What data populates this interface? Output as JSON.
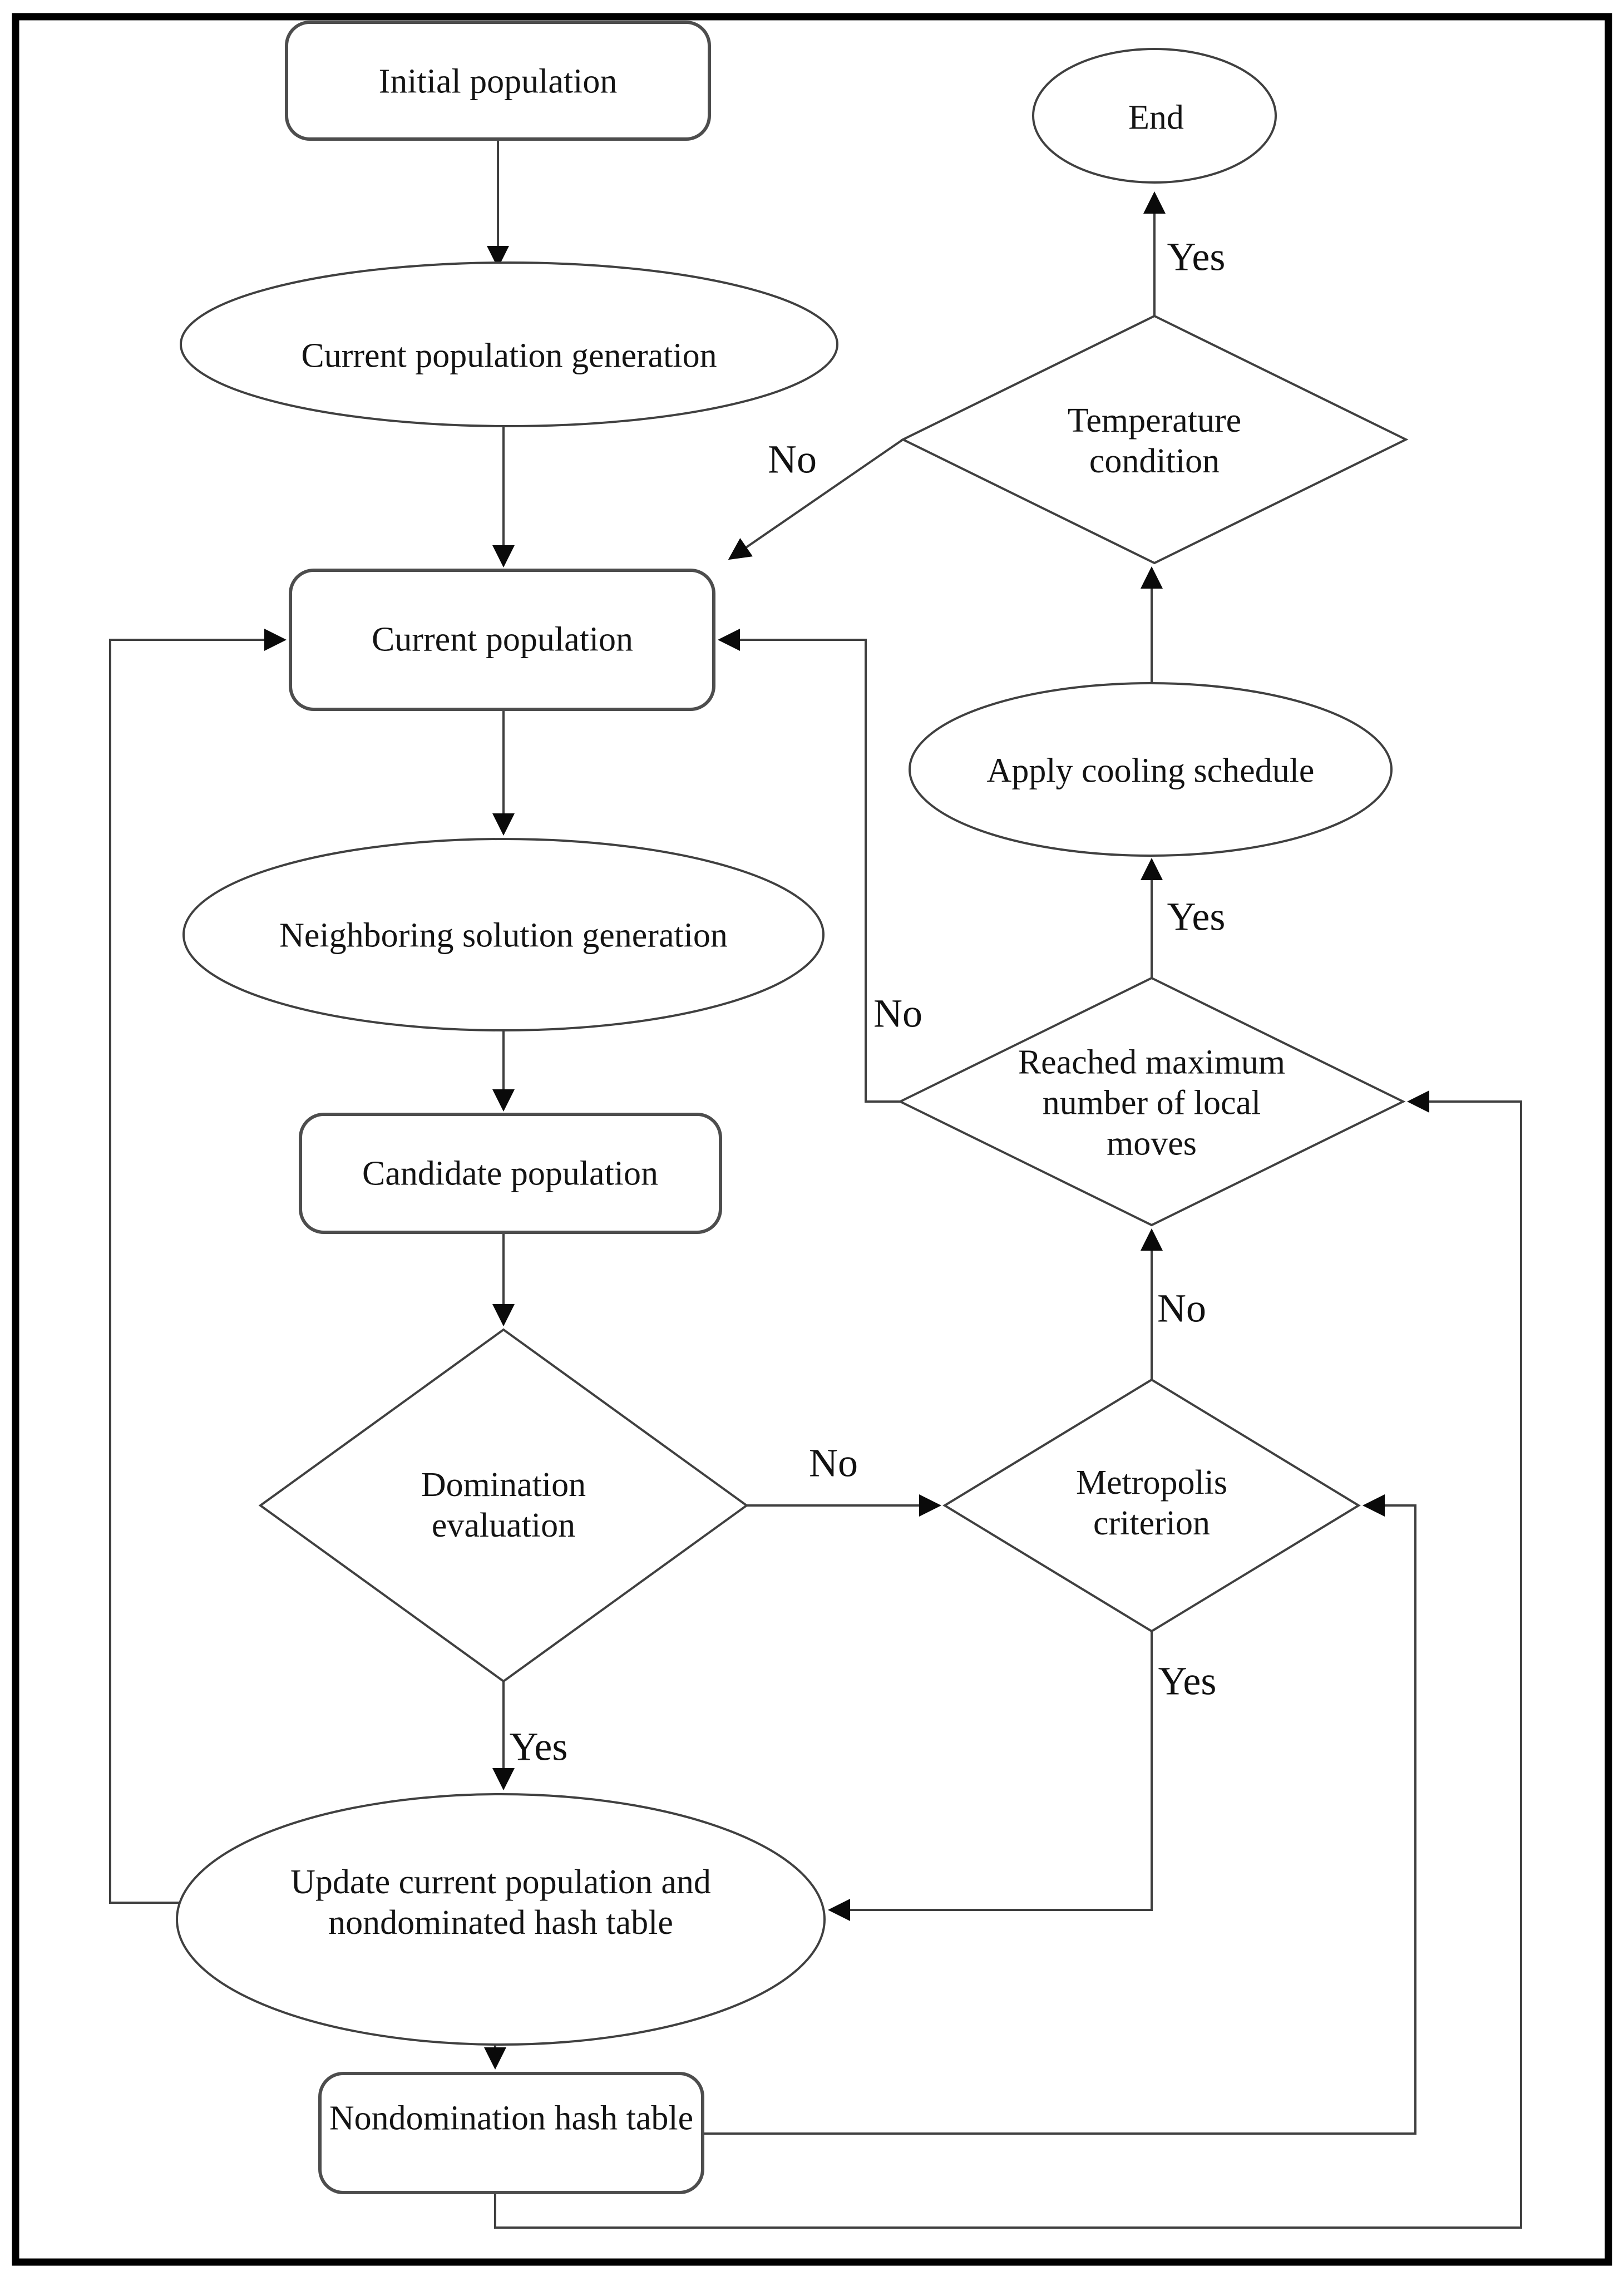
{
  "figure": {
    "type": "flowchart",
    "description": "Simulated annealing multiobjective optimization flowchart",
    "background_color": "#ffffff",
    "border_color": "#000000",
    "line_color": "#3f3f3f",
    "shape_fill": "#ffffff",
    "text_color": "#141414"
  },
  "nodes": {
    "initial_population": {
      "label": "Initial population",
      "shape": "rounded-rectangle"
    },
    "current_population_generation": {
      "label": "Current population generation",
      "shape": "ellipse"
    },
    "current_population": {
      "label": "Current population",
      "shape": "rounded-rectangle"
    },
    "neighboring_solution_generation": {
      "label": "Neighboring solution generation",
      "shape": "ellipse"
    },
    "candidate_population": {
      "label": "Candidate population",
      "shape": "rounded-rectangle"
    },
    "domination_evaluation": {
      "label": "Domination evaluation",
      "shape": "diamond"
    },
    "update_current_population": {
      "label": "Update current population and nondominated hash table",
      "shape": "ellipse"
    },
    "nondomination_hash_table": {
      "label": "Nondomination hash table",
      "shape": "rounded-rectangle"
    },
    "metropolis_criterion": {
      "label": "Metropolis criterion",
      "shape": "diamond"
    },
    "reached_maximum_local_moves": {
      "label": "Reached maximum number of local moves",
      "shape": "diamond"
    },
    "apply_cooling_schedule": {
      "label": "Apply cooling schedule",
      "shape": "ellipse"
    },
    "temperature_condition": {
      "label": "Temperature condition",
      "shape": "diamond"
    },
    "end": {
      "label": "End",
      "shape": "ellipse"
    }
  },
  "edge_labels": {
    "temperature_yes": "Yes",
    "temperature_no": "No",
    "reached_yes": "Yes",
    "reached_no": "No",
    "metropolis_no": "No",
    "metropolis_yes": "Yes",
    "domination_no": "No",
    "domination_yes": "Yes"
  }
}
